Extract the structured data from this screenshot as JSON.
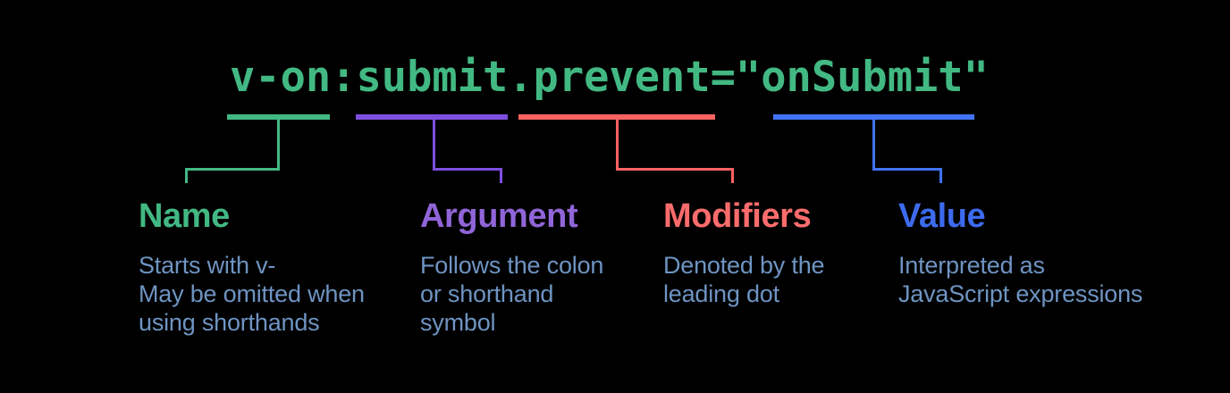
{
  "background_color": "#000000",
  "code": {
    "text": "v-on:submit.prevent=\"onSubmit\"",
    "color": "#42b883"
  },
  "description_color": "#6e94c2",
  "parts": [
    {
      "segment": "v-on",
      "label": "Name",
      "description": "Starts with v-\nMay be omitted when\nusing shorthands",
      "label_color": "#42b883",
      "line_color": "#42b883"
    },
    {
      "segment": "submit",
      "label": "Argument",
      "description": "Follows the colon\nor shorthand\nsymbol",
      "label_color": "#9065d8",
      "line_color": "#7d4ee0"
    },
    {
      "segment": ".prevent",
      "label": "Modifiers",
      "description": "Denoted by the\nleading dot",
      "label_color": "#fc6c6c",
      "line_color": "#fb6262"
    },
    {
      "segment": "\"onSubmit\"",
      "label": "Value",
      "description": "Interpreted as\nJavaScript expressions",
      "label_color": "#3d6bee",
      "line_color": "#4273f5"
    }
  ]
}
